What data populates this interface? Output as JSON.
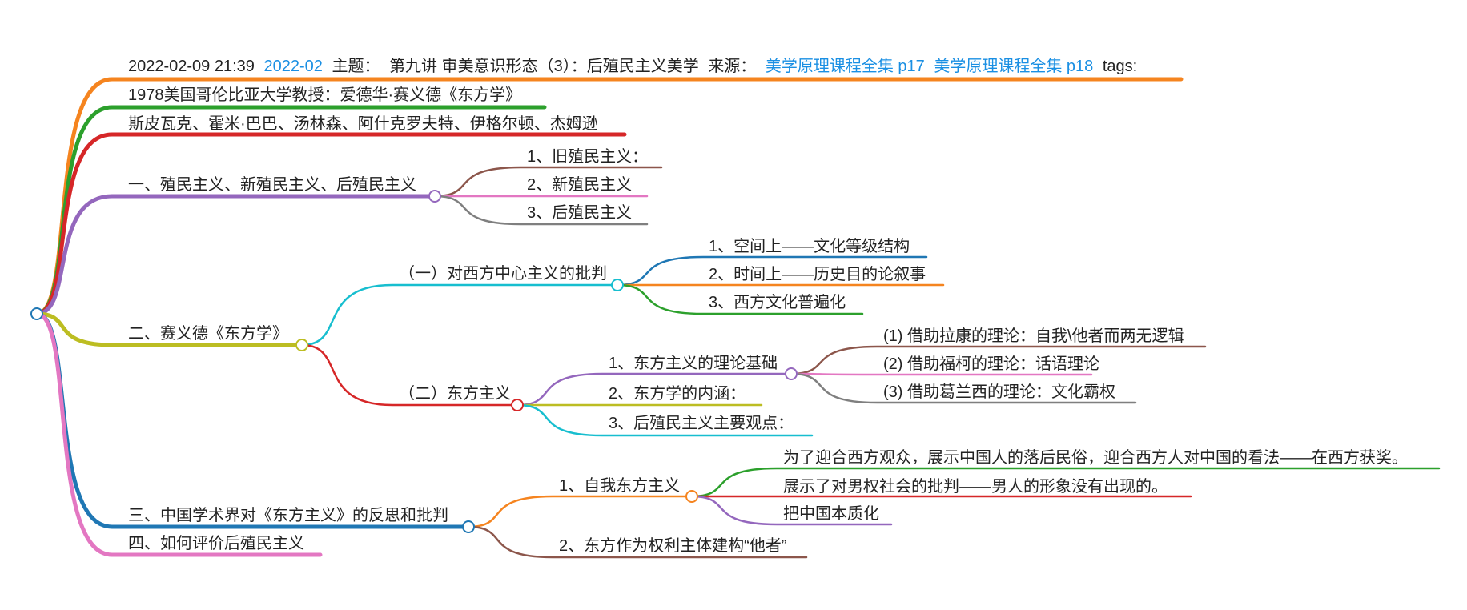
{
  "header": {
    "datetime": "2022-02-09 21:39",
    "date_link": "2022-02",
    "topic_label": "主题：",
    "topic": "第九讲 审美意识形态（3）：后殖民主义美学",
    "source_label": "来源：",
    "source_link_1": "美学原理课程全集 p17",
    "source_link_2": "美学原理课程全集 p18",
    "tags_label": "tags:"
  },
  "nodes": {
    "n1": "1978美国哥伦比亚大学教授：爱德华·赛义德《东方学》",
    "n2": "斯皮瓦克、霍米·巴巴、汤林森、阿什克罗夫特、伊格尔顿、杰姆逊",
    "n3": "一、殖民主义、新殖民主义、后殖民主义",
    "n3a": "1、旧殖民主义：",
    "n3b": "2、新殖民主义",
    "n3c": "3、后殖民主义",
    "n4": "二、赛义德《东方学》",
    "n4a": "（一）对西方中心主义的批判",
    "n4a1": "1、空间上——文化等级结构",
    "n4a2": "2、时间上——历史目的论叙事",
    "n4a3": "3、西方文化普遍化",
    "n4b": "（二）东方主义",
    "n4b1": "1、东方主义的理论基础",
    "n4b1a": "(1) 借助拉康的理论：自我\\他者而两无逻辑",
    "n4b1b": "(2) 借助福柯的理论：话语理论",
    "n4b1c": "(3) 借助葛兰西的理论：文化霸权",
    "n4b2": "2、东方学的内涵：",
    "n4b3": "3、后殖民主义主要观点：",
    "n5": "三、中国学术界对《东方主义》的反思和批判",
    "n5a": "1、自我东方主义",
    "n5a1": "为了迎合西方观众，展示中国人的落后民俗，迎合西方人对中国的看法——在西方获奖。",
    "n5a2": "展示了对男权社会的批判——男人的形象没有出现的。",
    "n5a3": "把中国本质化",
    "n5b": "2、东方作为权利主体建构“他者”",
    "n6": "四、如何评价后殖民主义"
  },
  "colors": {
    "orange": "#f5841f",
    "green": "#2ca02c",
    "red": "#d62728",
    "purple": "#9467bd",
    "olive": "#bcbd22",
    "blue": "#1f77b4",
    "pink": "#e377c2",
    "brown": "#8c564b",
    "gray": "#7f7f7f",
    "cyan": "#17becf",
    "link": "#1a8fe3"
  }
}
